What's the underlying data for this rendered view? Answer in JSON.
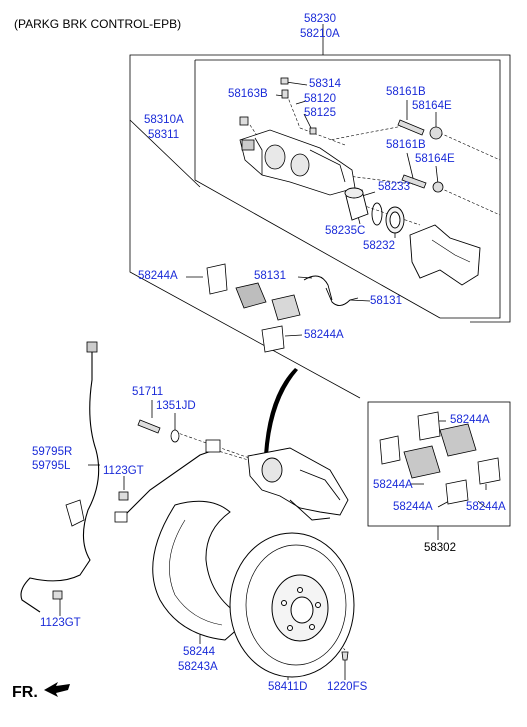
{
  "title": "(PARKG BRK CONTROL-EPB)",
  "direction_label": "FR.",
  "colors": {
    "label": "#1a2bd8",
    "line": "#000000"
  },
  "labels": {
    "l58230": "58230",
    "l58210A": "58210A",
    "l58314": "58314",
    "l58163B": "58163B",
    "l58120": "58120",
    "l58125": "58125",
    "l58161B_a": "58161B",
    "l58164E_a": "58164E",
    "l58310A": "58310A",
    "l58311": "58311",
    "l58161B_b": "58161B",
    "l58164E_b": "58164E",
    "l58233": "58233",
    "l58235C": "58235C",
    "l58232": "58232",
    "l58244A_a": "58244A",
    "l58131_a": "58131",
    "l58131_b": "58131",
    "l58244A_b": "58244A",
    "l51711": "51711",
    "l1351JD": "1351JD",
    "l58244A_c": "58244A",
    "l59795R": "59795R",
    "l59795L": "59795L",
    "l1123GT_a": "1123GT",
    "l58244A_d": "58244A",
    "l58244A_e": "58244A",
    "l58244A_f": "58244A",
    "l58302": "58302",
    "l1123GT_b": "1123GT",
    "l58244": "58244",
    "l58243A": "58243A",
    "l58411D": "58411D",
    "l1220FS": "1220FS"
  }
}
